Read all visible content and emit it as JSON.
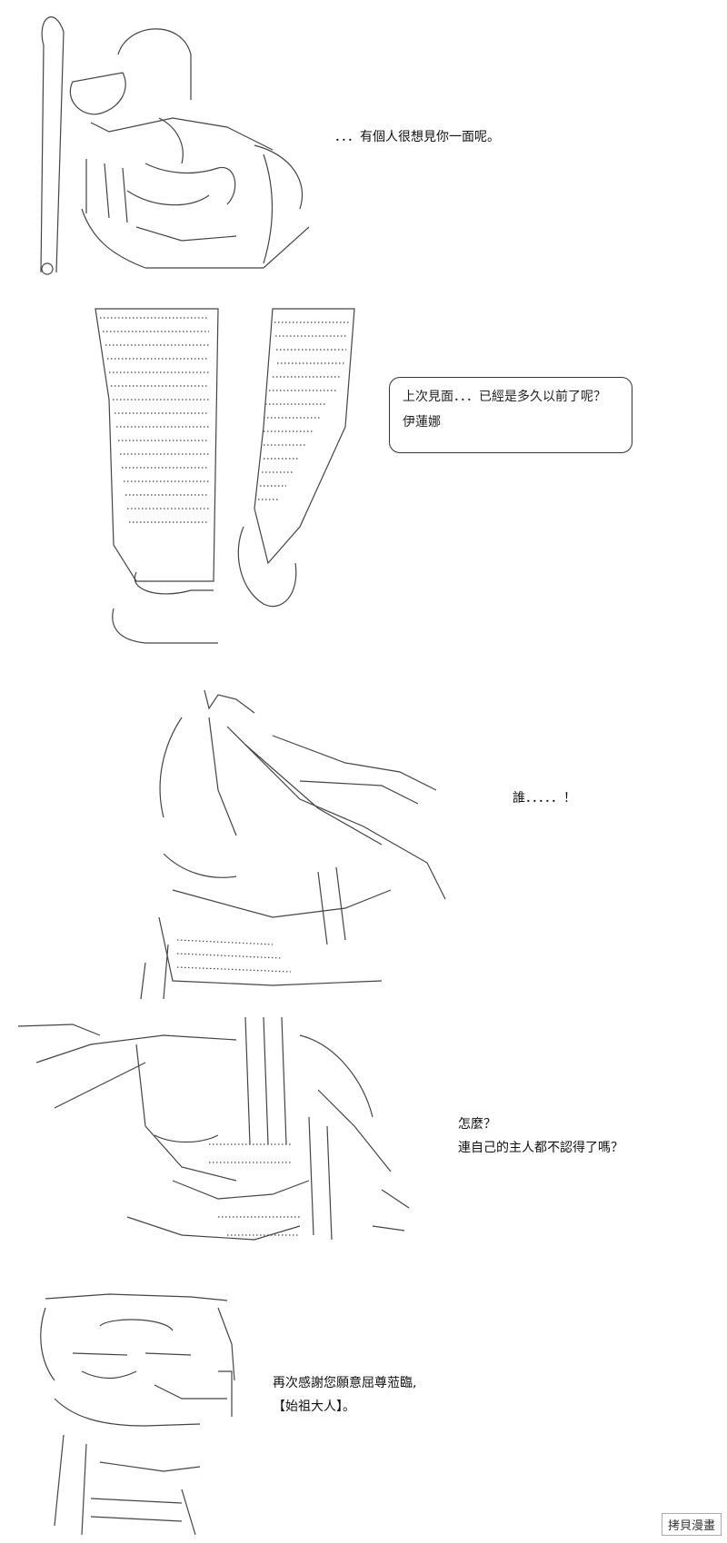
{
  "panels": [
    {
      "caption": "．．．有個人很想見你一面呢。"
    },
    {
      "bubble": {
        "line1": "上次見面．．．已經是多久以前了呢？",
        "line2": "伊蓮娜"
      }
    },
    {
      "caption": "誰．．．．．！"
    },
    {
      "caption_lines": [
        "怎麼？",
        "連自己的主人都不認得了嗎？"
      ]
    },
    {
      "caption_lines": [
        "再次感謝您願意屈尊蒞臨,",
        "【始祖大人】。"
      ]
    }
  ],
  "watermark": "拷貝漫畫"
}
